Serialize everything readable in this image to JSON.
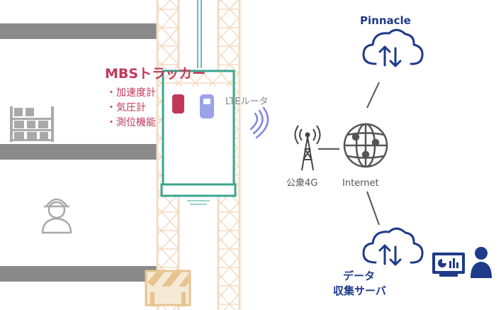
{
  "tracker": {
    "title": "MBSトラッカー",
    "features": [
      "・加速度計",
      "・気圧計",
      "・測位機能"
    ]
  },
  "router_label": "LTEルータ",
  "network": {
    "cell_label": "公衆4G",
    "internet_label": "Internet"
  },
  "cloud_top_label": "Pinnacle",
  "data_server": {
    "line1": "データ",
    "line2": "収集サーバ"
  },
  "colors": {
    "accent_red": "#c0395a",
    "navy": "#1f3a8a",
    "teal": "#3aa68c",
    "scaffold": "#f3dcc3",
    "floor": "#8a8a8a"
  }
}
